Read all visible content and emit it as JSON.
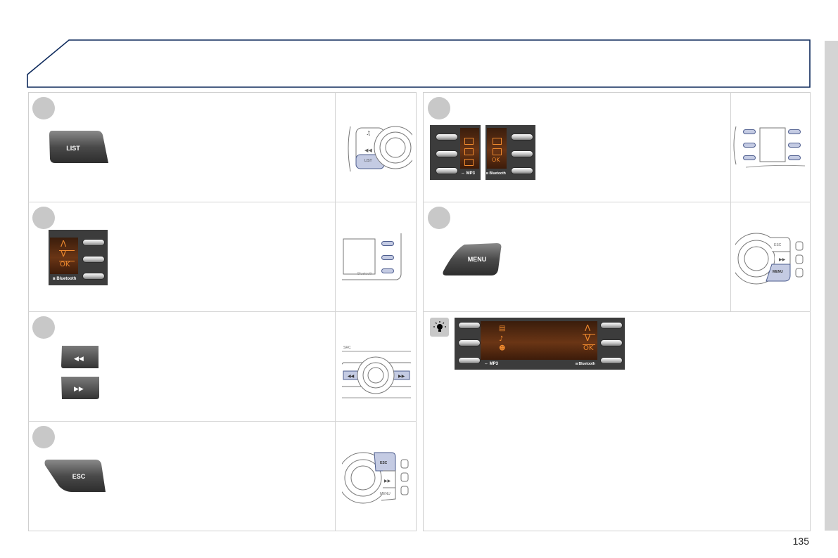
{
  "page": {
    "number": "135"
  },
  "buttons": {
    "list": "LIST",
    "menu": "MENU",
    "esc": "ESC"
  },
  "lcd_symbols": {
    "up": "Λ",
    "down": "V",
    "ok": "OK",
    "mp3": "MP3",
    "bluetooth": "Bluetooth"
  },
  "diagram_labels": {
    "esc": "ESC",
    "menu": "MENU",
    "list": "LIST",
    "src": "SRC",
    "bluetooth": "Bluetooth",
    "rewind": "◀◀",
    "forward": "▶▶"
  },
  "colors": {
    "header_border": "#0e2a5c",
    "lcd_text": "#f08a2e",
    "highlight": "#c4cbe3",
    "step_circle": "#c8c8c8"
  },
  "icons": [
    "light-bulb-icon",
    "rewind-icon",
    "fast-forward-icon",
    "music-note-icon",
    "usb-icon",
    "bluetooth-icon",
    "folder-icon",
    "artist-icon"
  ]
}
